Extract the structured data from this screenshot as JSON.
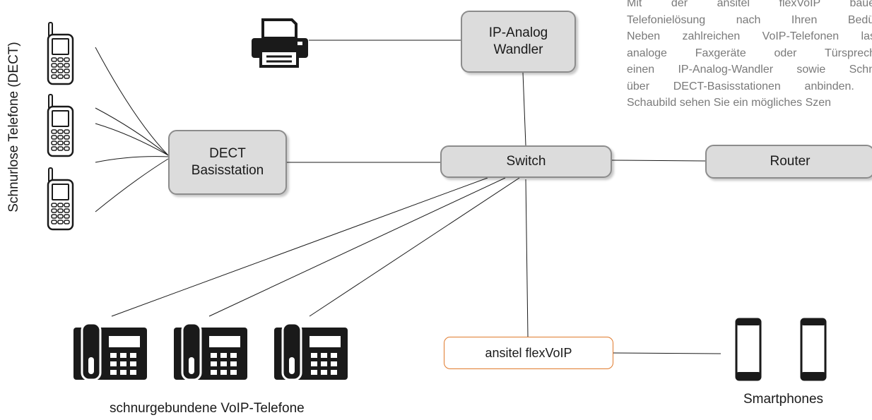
{
  "nodes": {
    "ip_analog": [
      "IP-Analog",
      "Wandler"
    ],
    "dect_base": [
      "DECT",
      "Basisstation"
    ],
    "switch": "Switch",
    "router": "Router",
    "flexvoip": "ansitel flexVoIP"
  },
  "labels": {
    "cordless_phones": "Schnurlose Telefone (DECT)",
    "wired_phones": "schnurgebundene VoIP-Telefone",
    "smartphones": "Smartphones"
  },
  "paragraph": [
    "Mit der ansitel flexVoIP bauen",
    "Telefonielösung nach Ihren Bedürf",
    "Neben zahlreichen VoIP-Telefonen lass",
    "analoge Faxgeräte oder Türsprechs",
    "einen IP-Analog-Wandler sowie Schnu",
    "über DECT-Basisstationen anbinden. I",
    "Schaubild sehen Sie ein mögliches Szen"
  ],
  "icons": {
    "printer": "printer-icon",
    "cordless_phone": "cordless-phone-icon",
    "desk_phone": "desk-phone-icon",
    "smartphone": "smartphone-icon"
  },
  "colors": {
    "node_fill": "#dcdcdc",
    "node_border": "#8c8c8c",
    "accent_orange": "#e07a2c",
    "icon_dark": "#1a1a1a",
    "paragraph_text": "#7a7a7a"
  }
}
